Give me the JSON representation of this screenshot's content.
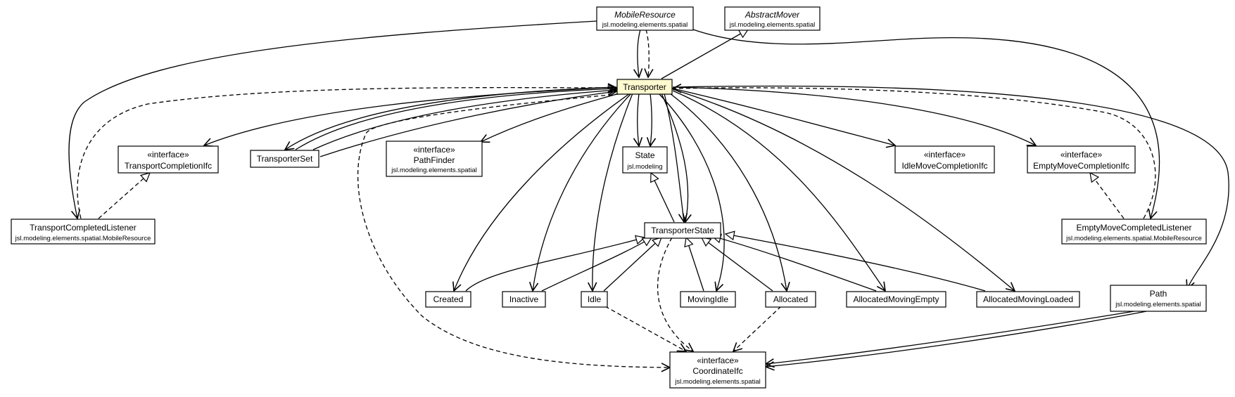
{
  "classes": {
    "mobile_resource": {
      "stereotype": "",
      "name": "MobileResource",
      "package": "jsl.modeling.elements.spatial",
      "italic": true
    },
    "abstract_mover": {
      "stereotype": "",
      "name": "AbstractMover",
      "package": "jsl.modeling.elements.spatial",
      "italic": true
    },
    "transporter": {
      "stereotype": "",
      "name": "Transporter",
      "package": "",
      "italic": false
    },
    "transport_completion_ifc": {
      "stereotype": "«interface»",
      "name": "TransportCompletionIfc",
      "package": "",
      "italic": false
    },
    "transporter_set": {
      "stereotype": "",
      "name": "TransporterSet",
      "package": "",
      "italic": false
    },
    "path_finder": {
      "stereotype": "«interface»",
      "name": "PathFinder",
      "package": "jsl.modeling.elements.spatial",
      "italic": false
    },
    "state": {
      "stereotype": "",
      "name": "State",
      "package": "jsl.modeling",
      "italic": false
    },
    "idle_move_completion_ifc": {
      "stereotype": "«interface»",
      "name": "IdleMoveCompletionIfc",
      "package": "",
      "italic": false
    },
    "empty_move_completion_ifc": {
      "stereotype": "«interface»",
      "name": "EmptyMoveCompletionIfc",
      "package": "",
      "italic": false
    },
    "transport_completed_listener": {
      "stereotype": "",
      "name": "TransportCompletedListener",
      "package": "jsl.modeling.elements.spatial.MobileResource",
      "italic": false
    },
    "empty_move_completed_listener": {
      "stereotype": "",
      "name": "EmptyMoveCompletedListener",
      "package": "jsl.modeling.elements.spatial.MobileResource",
      "italic": false
    },
    "transporter_state": {
      "stereotype": "",
      "name": "TransporterState",
      "package": "",
      "italic": false
    },
    "created": {
      "stereotype": "",
      "name": "Created",
      "package": "",
      "italic": false
    },
    "inactive": {
      "stereotype": "",
      "name": "Inactive",
      "package": "",
      "italic": false
    },
    "idle": {
      "stereotype": "",
      "name": "Idle",
      "package": "",
      "italic": false
    },
    "moving_idle": {
      "stereotype": "",
      "name": "MovingIdle",
      "package": "",
      "italic": false
    },
    "allocated": {
      "stereotype": "",
      "name": "Allocated",
      "package": "",
      "italic": false
    },
    "allocated_moving_empty": {
      "stereotype": "",
      "name": "AllocatedMovingEmpty",
      "package": "",
      "italic": false
    },
    "allocated_moving_loaded": {
      "stereotype": "",
      "name": "AllocatedMovingLoaded",
      "package": "",
      "italic": false
    },
    "path": {
      "stereotype": "",
      "name": "Path",
      "package": "jsl.modeling.elements.spatial",
      "italic": false
    },
    "coordinate_ifc": {
      "stereotype": "«interface»",
      "name": "CoordinateIfc",
      "package": "jsl.modeling.elements.spatial",
      "italic": false
    }
  },
  "colors": {
    "focus_fill": "#fdfad0",
    "box_fill": "#ffffff",
    "line": "#000000"
  }
}
